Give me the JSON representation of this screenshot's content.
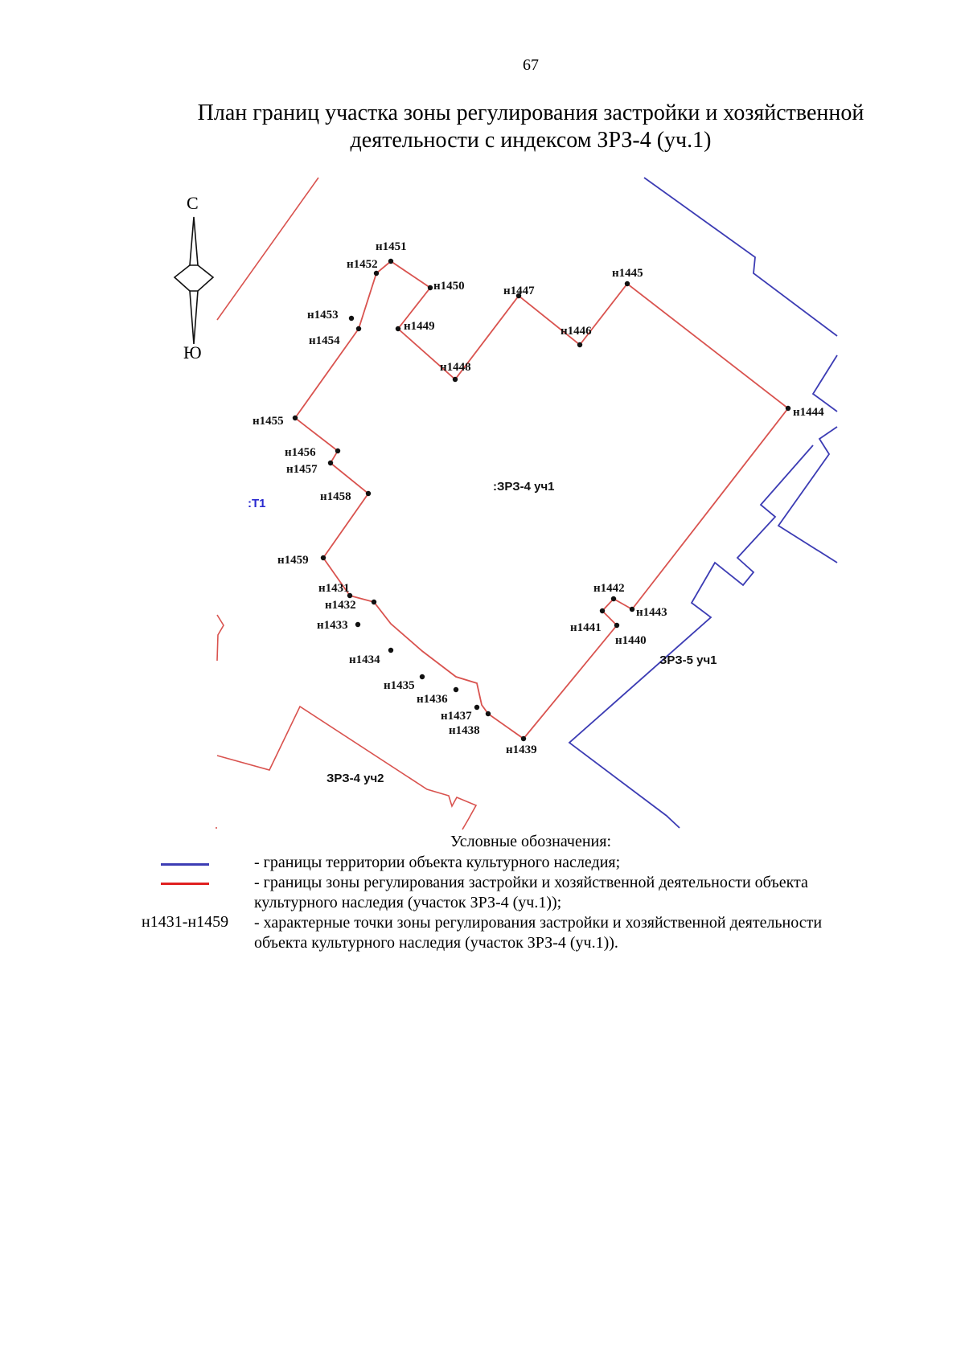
{
  "page_number": "67",
  "title_line1": "План границ участка зоны регулирования застройки и хозяйственной",
  "title_line2": "деятельности с индексом ЗРЗ-4 (уч.1)",
  "compass": {
    "north": "С",
    "south": "Ю"
  },
  "map": {
    "zone_labels": {
      "main": ":ЗРЗ-4 уч1",
      "zrz5": "ЗРЗ-5 уч1",
      "zrz4_2": "ЗРЗ-4 уч2",
      "t1": ":Т1"
    },
    "points": {
      "n1431": "н1431",
      "n1432": "н1432",
      "n1433": "н1433",
      "n1434": "н1434",
      "n1435": "н1435",
      "n1436": "н1436",
      "n1437": "н1437",
      "n1438": "н1438",
      "n1439": "н1439",
      "n1440": "н1440",
      "n1441": "н1441",
      "n1442": "н1442",
      "n1443": "н1443",
      "n1444": "н1444",
      "n1445": "н1445",
      "n1446": "н1446",
      "n1447": "н1447",
      "n1448": "н1448",
      "n1449": "н1449",
      "n1450": "н1450",
      "n1451": "н1451",
      "n1452": "н1452",
      "n1453": "н1453",
      "n1454": "н1454",
      "n1455": "н1455",
      "n1456": "н1456",
      "n1457": "н1457",
      "n1458": "н1458",
      "n1459": "н1459"
    },
    "colors": {
      "zone_boundary": "#d9534f",
      "heritage_boundary": "#3c3cb4"
    }
  },
  "legend": {
    "title": "Условные обозначения:",
    "blue_text": "- границы территории объекта культурного наследия;",
    "red_text_1": "- границы зоны регулирования застройки и хозяйственной деятельности объекта",
    "red_text_2": "культурного наследия (участок ЗРЗ-4 (уч.1));",
    "points_key": "н1431-н1459",
    "points_text_1": "- характерные точки зоны регулирования застройки и хозяйственной деятельности",
    "points_text_2": "объекта культурного наследия (участок ЗРЗ-4 (уч.1))."
  }
}
